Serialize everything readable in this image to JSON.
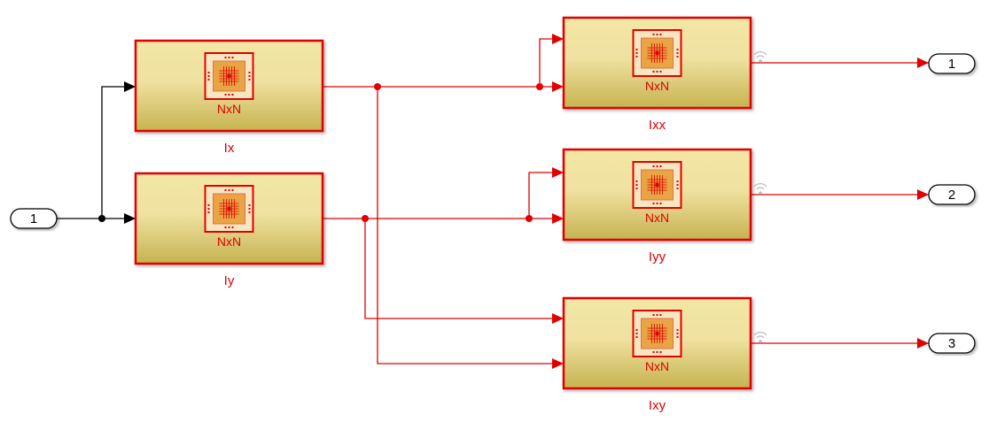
{
  "inports": [
    {
      "label": "1"
    }
  ],
  "outports": [
    {
      "label": "1"
    },
    {
      "label": "2"
    },
    {
      "label": "3"
    }
  ],
  "blocks": [
    {
      "name": "Ix",
      "icon_text": "NxN"
    },
    {
      "name": "Iy",
      "icon_text": "NxN"
    },
    {
      "name": "Ixx",
      "icon_text": "NxN"
    },
    {
      "name": "Iyy",
      "icon_text": "NxN"
    },
    {
      "name": "Ixy",
      "icon_text": "NxN"
    }
  ],
  "colors": {
    "signal": "#e00000",
    "block_border": "#e00000",
    "block_top": "#f3e7a6",
    "block_bottom": "#c9b552",
    "black_signal": "#000000"
  }
}
